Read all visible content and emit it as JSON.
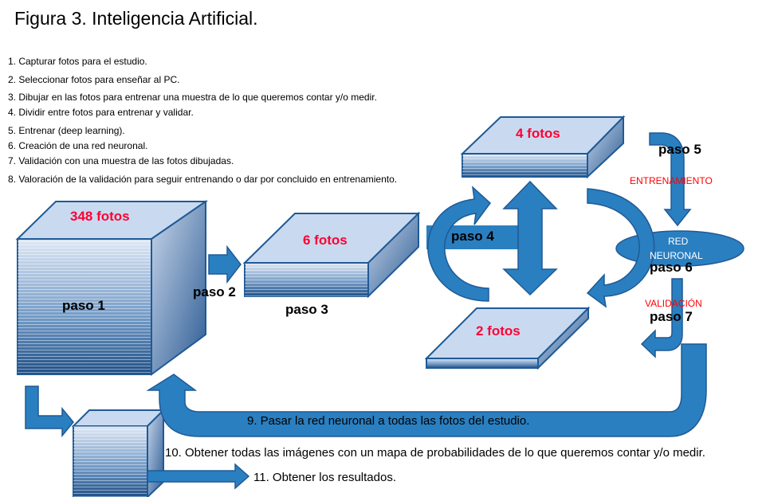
{
  "title": "Figura 3. Inteligencia Artificial.",
  "steps": [
    "1. Capturar fotos para el estudio.",
    "2. Seleccionar fotos para enseñar al PC.",
    "3. Dibujar en las fotos para entrenar una muestra de lo que queremos contar y/o medir.",
    "4. Dividir entre fotos para entrenar y validar.",
    "5. Entrenar (deep learning).",
    "6. Creación de una red neuronal.",
    "7. Validación con una muestra de las fotos dibujadas.",
    "8. Valoración de la validación para seguir entrenando o dar por concluido en entrenamiento."
  ],
  "boxes": {
    "b348": "348 fotos",
    "b6": "6 fotos",
    "b4": "4 fotos",
    "b2": "2 fotos"
  },
  "pasos": {
    "p1": "paso 1",
    "p2": "paso 2",
    "p3": "paso 3",
    "p4": "paso 4",
    "p5": "paso 5",
    "p6": "paso 6",
    "p7": "paso 7"
  },
  "entrenamiento": "ENTRENAMIENTO",
  "validacion": "VALIDACIÓN",
  "red": "RED",
  "neuronal": "NEURONAL",
  "step9": "9. Pasar la red neuronal a todas las fotos del estudio.",
  "step10": "10. Obtener todas las imágenes con un mapa de probabilidades de lo que queremos contar y/o medir.",
  "step11": "11. Obtener los resultados.",
  "colors": {
    "arrow": "#2a7fc0",
    "count": "#ff0033"
  }
}
